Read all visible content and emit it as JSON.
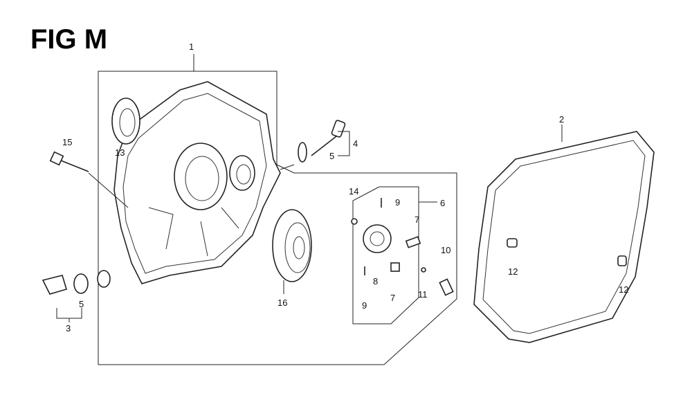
{
  "figure": {
    "title": "FIG M",
    "labels": {
      "p1": "1",
      "p2": "2",
      "p3": "3",
      "p4": "4",
      "p5a": "5",
      "p5b": "5",
      "p6": "6",
      "p7a": "7",
      "p7b": "7",
      "p8": "8",
      "p9a": "9",
      "p9b": "9",
      "p10": "10",
      "p11": "11",
      "p12a": "12",
      "p12b": "12",
      "p13": "13",
      "p14": "14",
      "p15": "15",
      "p16": "16"
    }
  }
}
